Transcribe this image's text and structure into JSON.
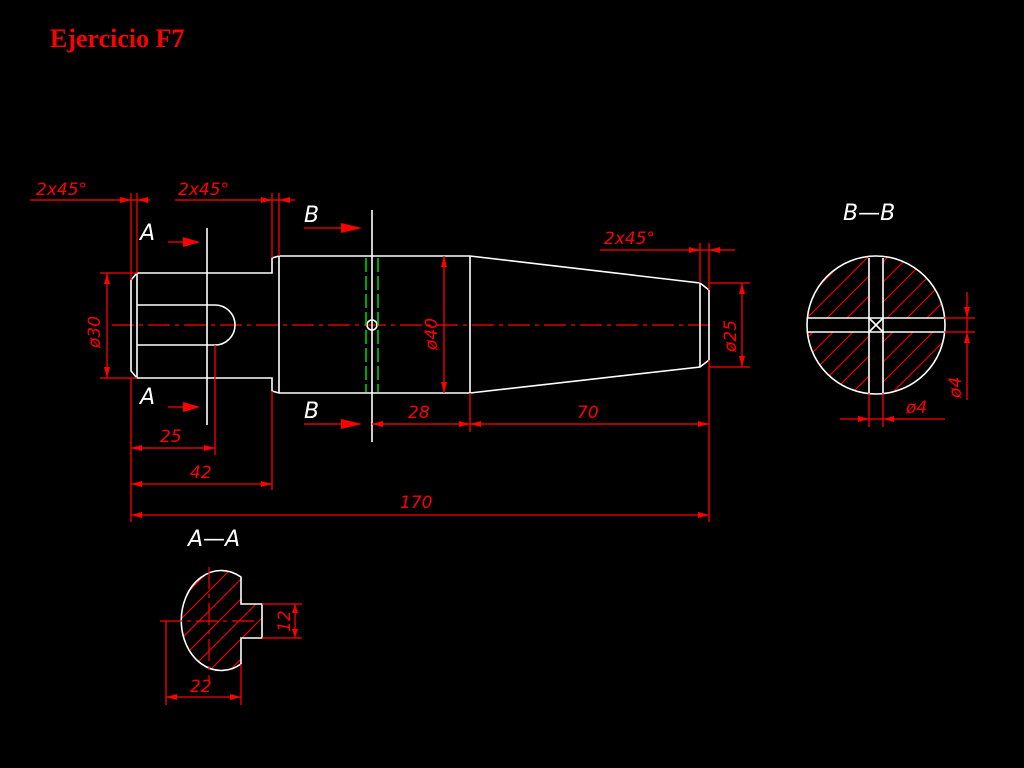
{
  "title": "Ejercicio F7",
  "colors": {
    "background": "#000000",
    "outline": "#ffffff",
    "dimension": "#ff0000",
    "section_cut_line": "#00cc00",
    "title": "#ff0000"
  },
  "section_labels": {
    "a_marker": "A",
    "b_marker": "B",
    "section_aa": "A—A",
    "section_bb": "B—B"
  },
  "chamfers": {
    "left_end": "2x45°",
    "step": "2x45°",
    "right_end": "2x45°"
  },
  "dimensions": {
    "diameter_30": "ø30",
    "diameter_40": "ø40",
    "diameter_25": "ø25",
    "slot_length": "25",
    "small_section_length": "42",
    "overall_length": "170",
    "hole_to_taper": "28",
    "taper_length": "70",
    "section_a_width": "22",
    "section_a_slot": "12",
    "hole_diameter_vertical": "ø4",
    "hole_diameter_horizontal": "ø4"
  }
}
